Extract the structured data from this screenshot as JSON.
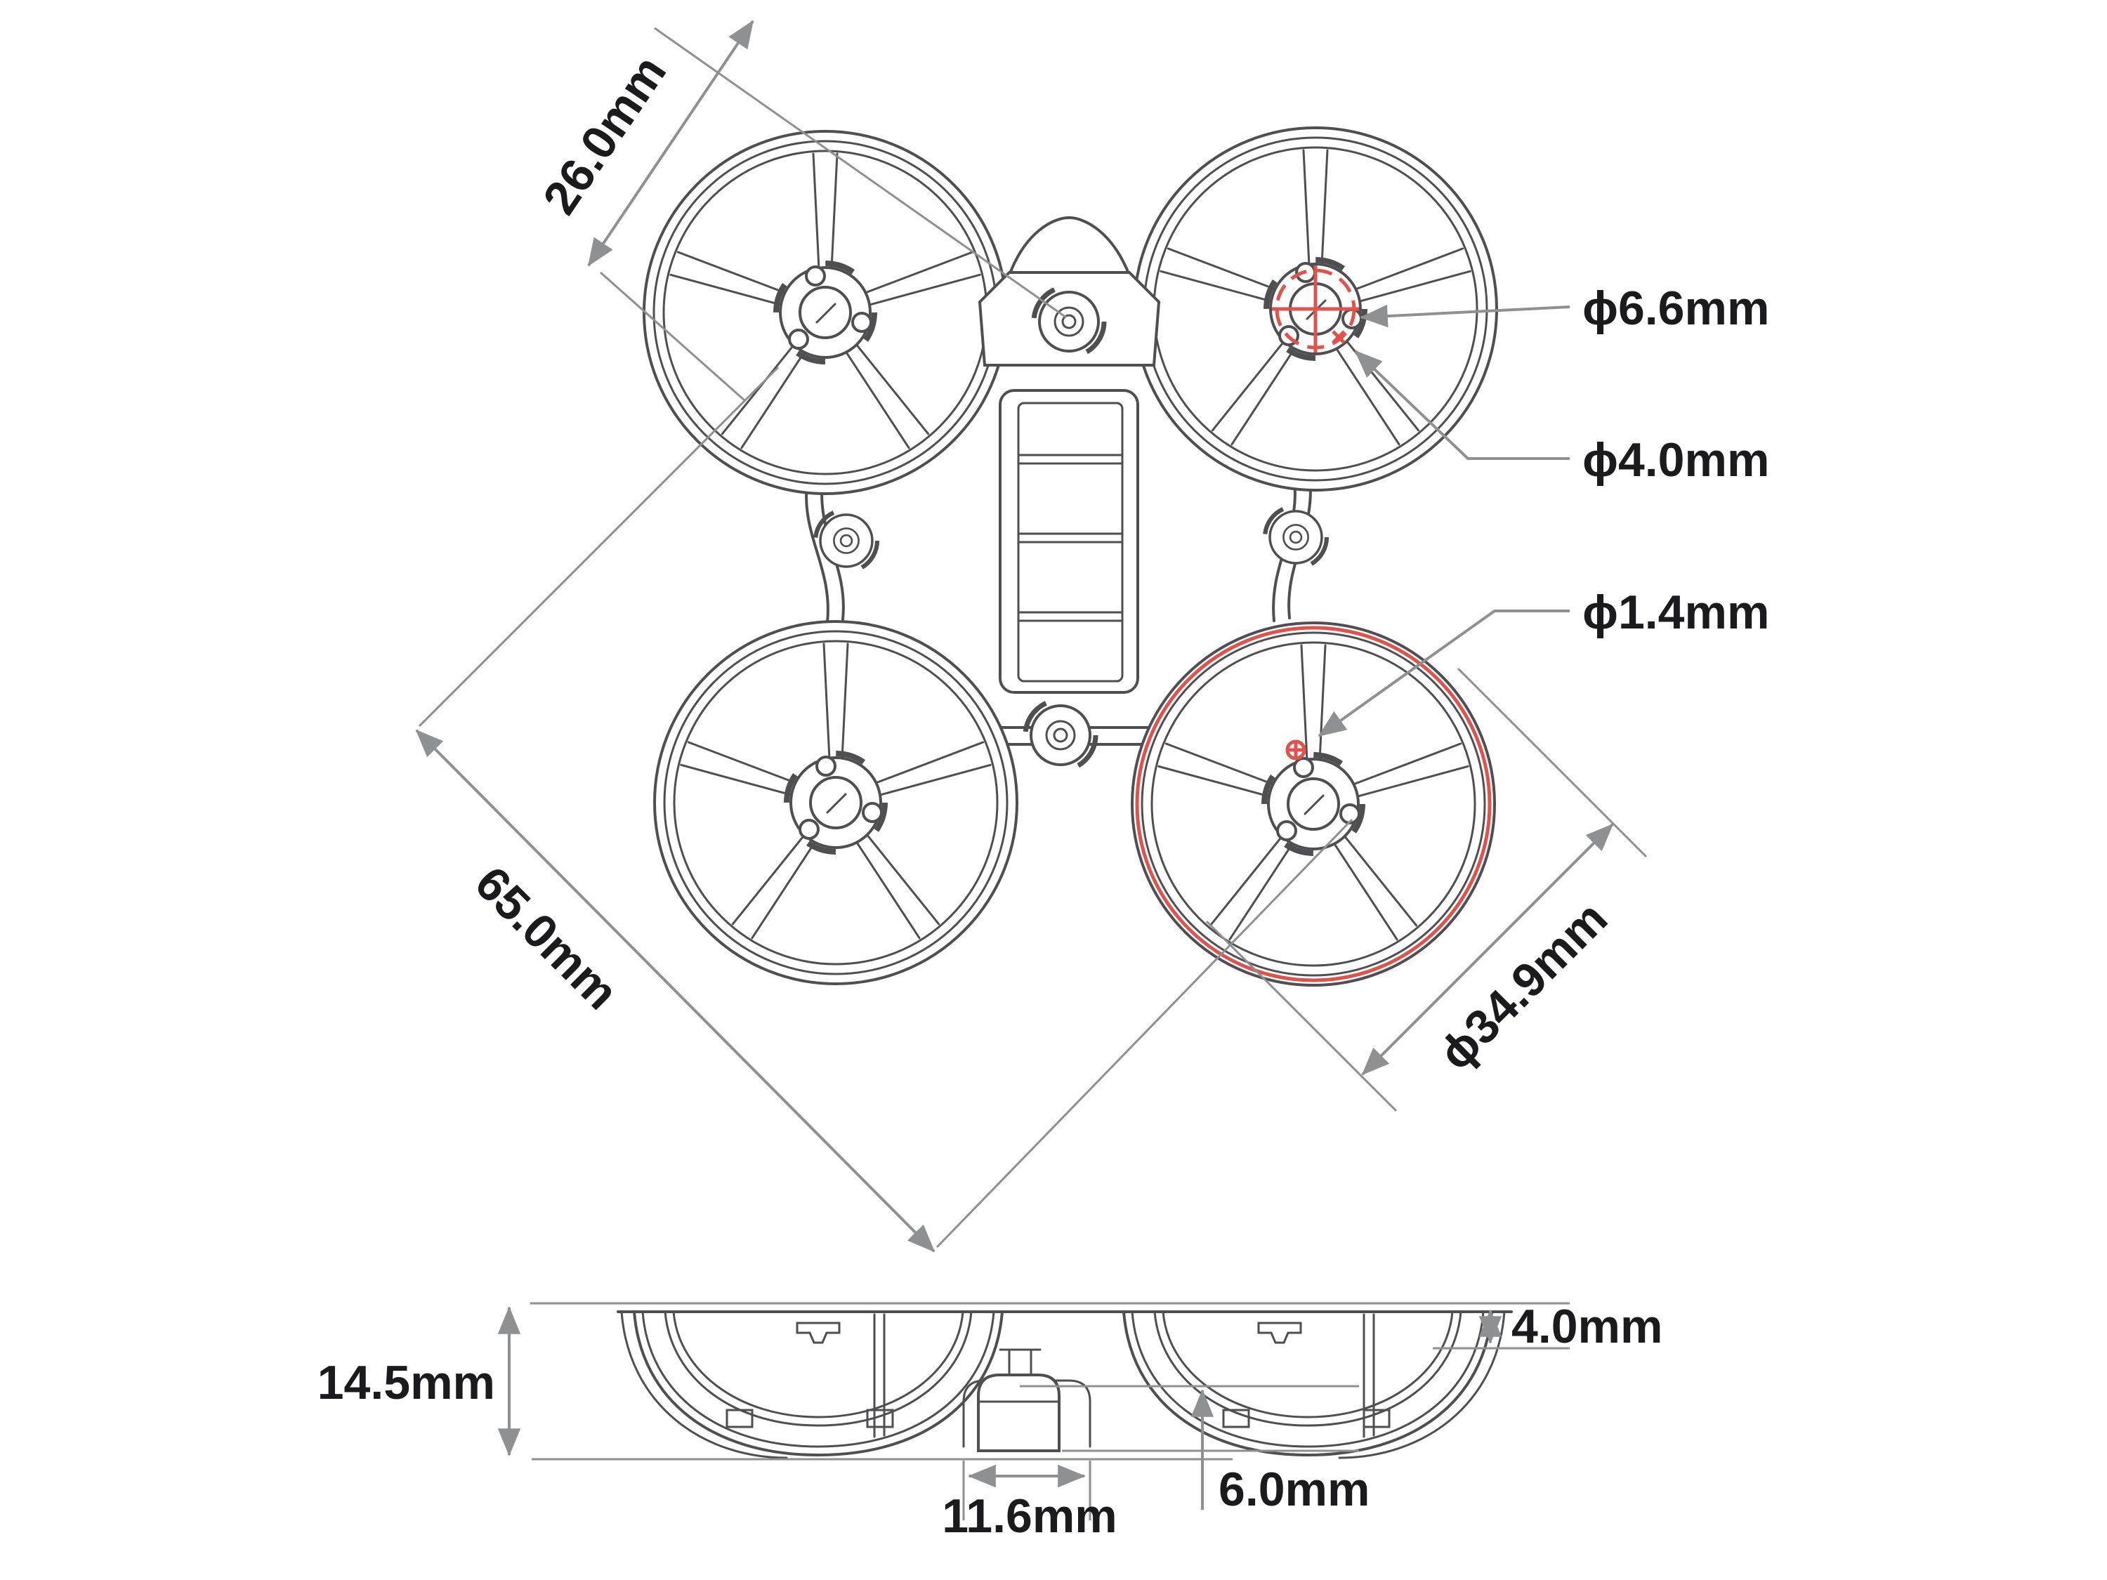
{
  "page": {
    "background": "#ffffff",
    "kind": "technical dimension drawing of a whoop drone frame (top view and side view)"
  },
  "colors": {
    "line": "#4f4f51",
    "dimension": "#8e9092",
    "text": "#1b1b1d",
    "accent_red": "#e2524c"
  },
  "top_view": {
    "labels": {
      "duct_pitch": "26.0mm",
      "mount_outer_dia": "ϕ6.6mm",
      "mount_hole_circle_dia": "ϕ4.0mm",
      "screw_hole_dia": "ϕ1.4mm",
      "wheelbase": "65.0mm",
      "duct_outer_dia": "ϕ34.9mm"
    }
  },
  "side_view": {
    "labels": {
      "frame_height": "14.5mm",
      "top_ring_height": "4.0mm",
      "pod_depth": "6.0mm",
      "pod_width": "11.6mm"
    }
  }
}
